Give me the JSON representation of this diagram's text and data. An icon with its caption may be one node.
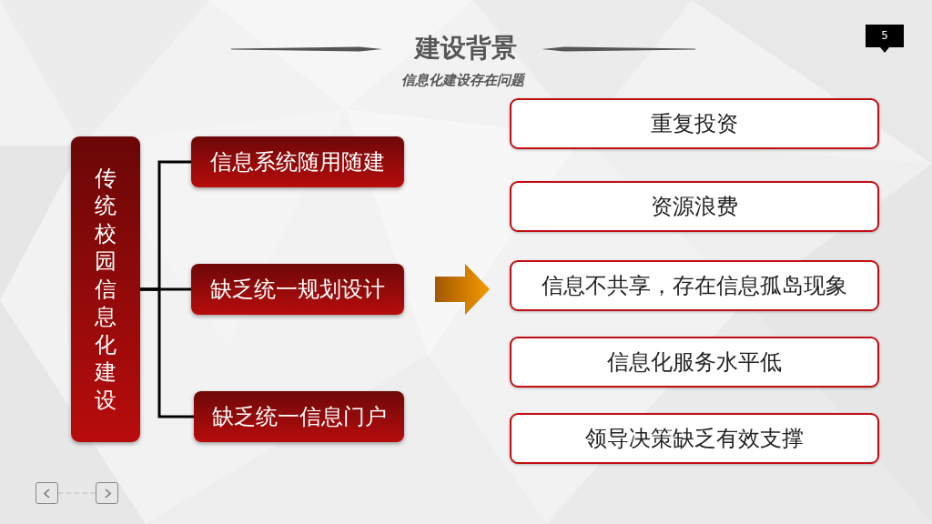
{
  "diagram": {
    "title": "建设背景",
    "nodes": [
      {
        "text": [
          "传统校园信息化建设"
        ]
      },
      {
        "text": [
          "信息系统随用随建"
        ]
      },
      {
        "text": [
          "缺乏统一规划设计"
        ]
      },
      {
        "text": [
          "缺乏统一信息门户"
        ]
      },
      {
        "text": [
          "重复投资"
        ]
      },
      {
        "text": [
          "资源浪费"
        ]
      },
      {
        "text": [
          "信息不共享，存在信息孤岛现象"
        ]
      },
      {
        "text": [
          "信息化服务水平低"
        ]
      },
      {
        "text": [
          "领导决策缺乏有效支撑"
        ]
      },
      {
        "text": [],
        "shape": "box"
      },
      {
        "text": [],
        "shape": "box"
      }
    ],
    "edges": [
      {
        "from": 0,
        "to": 1,
        "arrow": "none"
      },
      {
        "from": 0,
        "to": 2,
        "arrow": "none"
      },
      {
        "from": 0,
        "to": 3,
        "arrow": "none"
      },
      {
        "from": 2,
        "to": 6,
        "arrow": "to",
        "style": "thick",
        "color": "#f59a00"
      },
      {
        "from": 9,
        "to": 10,
        "arrow": "none",
        "style": "dashed",
        "color": "#bbbbbb"
      }
    ],
    "labels": [
      "5",
      "信息化建设存在问题"
    ]
  }
}
